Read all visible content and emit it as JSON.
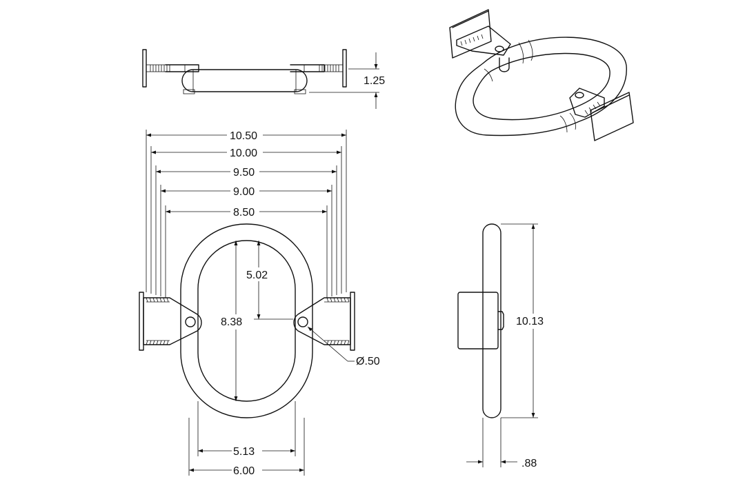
{
  "dimensions": {
    "top_view_height": "1.25",
    "overall_width_1050": "10.50",
    "width_1000": "10.00",
    "width_950": "9.50",
    "width_900": "9.00",
    "width_850": "8.50",
    "half_inner_length": "5.02",
    "inner_length": "8.38",
    "hole_diameter": "Ø.50",
    "inner_width": "5.13",
    "outer_width": "6.00",
    "side_length": "10.13",
    "tube_diameter": ".88"
  }
}
